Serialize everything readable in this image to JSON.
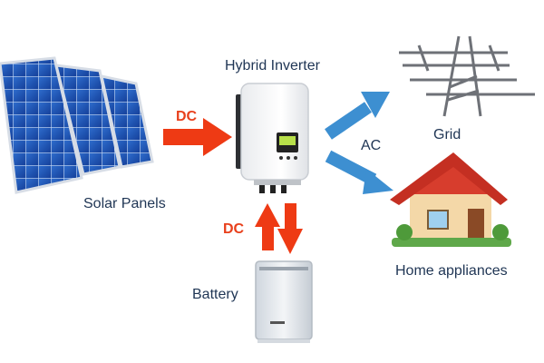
{
  "nodes": {
    "solar_panels": "Solar Panels",
    "hybrid_inverter": "Hybrid Inverter",
    "grid": "Grid",
    "home_appliances": "Home appliances",
    "battery": "Battery"
  },
  "flows": {
    "panel_to_inverter": "DC",
    "inverter_to_outputs": "AC",
    "battery_link": "DC"
  },
  "colors": {
    "dc_arrow": "#ee3a14",
    "ac_arrow": "#3d8fd1",
    "dc_text": "#e8401c",
    "ac_text": "#1f3554",
    "label_text": "#1f3554"
  }
}
